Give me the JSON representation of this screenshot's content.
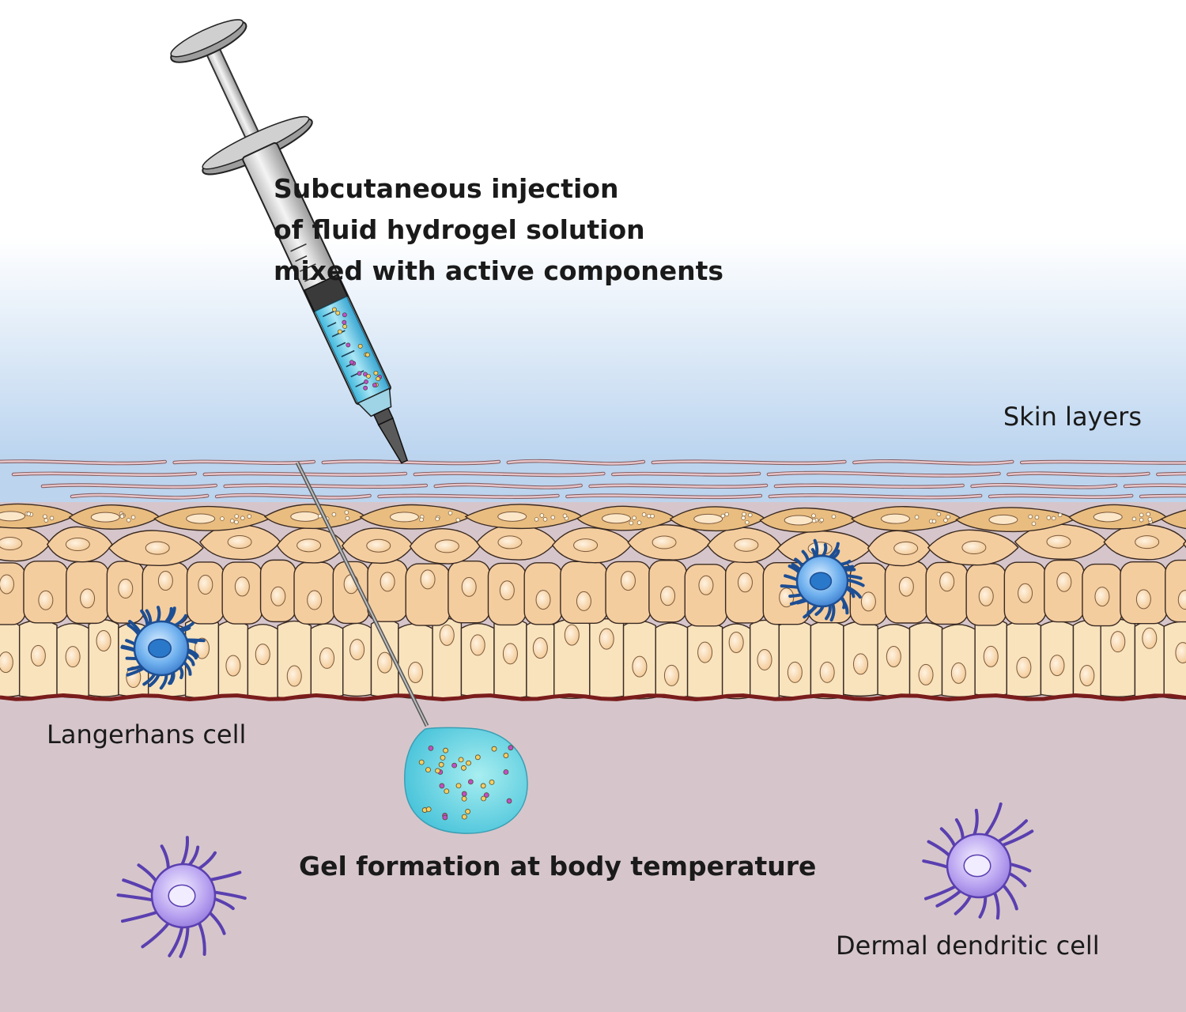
{
  "labels": {
    "injection_caption": [
      "Subcutaneous injection",
      "of fluid hydrogel solution",
      "mixed with active components"
    ],
    "skin_layers": "Skin layers",
    "langerhans_cell": "Langerhans cell",
    "gel_formation": "Gel formation at body temperature",
    "dermal_dendritic_cell": "Dermal dendritic cell"
  },
  "colors": {
    "sky_top": "#ffffff",
    "sky_bottom": "#b9d3ef",
    "stratum_corneum": "#e7c2c6",
    "granular_cell": "#e9bd80",
    "spinous_cell": "#f4cd9f",
    "basal_cell": "#f8e3bd",
    "nucleus": "#fbdcb6",
    "dermis": "#d6c6cb",
    "basement_membrane": "#7a1c1c",
    "hydrogel": "#63d3dc",
    "particle_yellow": "#f3cf64",
    "particle_purple": "#c04fc7",
    "langerhans_cell": "#4a8fd9",
    "dermal_dendritic_cell": "#a890e8"
  },
  "icons": [
    "syringe-icon",
    "langerhans-cell-icon",
    "dermal-dendritic-cell-icon",
    "hydrogel-droplet-icon"
  ]
}
